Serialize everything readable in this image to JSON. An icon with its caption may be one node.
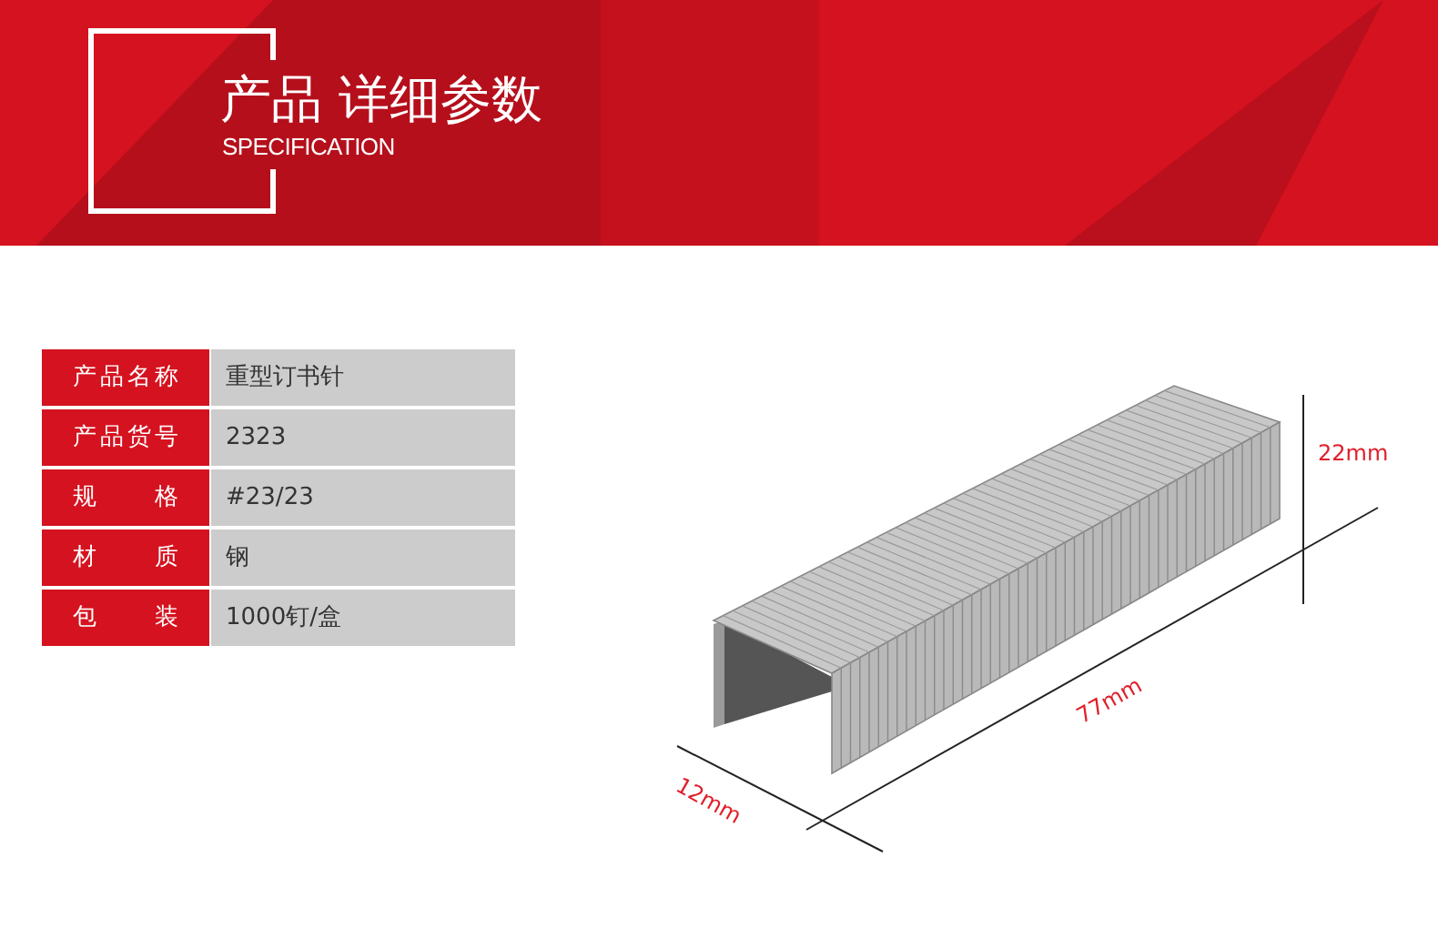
{
  "diagram": {
    "title": "**产品** 详细参数",
    "labels": [
      "SPECIFICATION",
      "产品名称",
      "重型订书针",
      "产品货号",
      "2323",
      "规 格",
      "#23/23",
      "材 质",
      "钢",
      "包 装",
      "1000钉/盒",
      "22mm",
      "77mm",
      "12mm"
    ]
  }
}
